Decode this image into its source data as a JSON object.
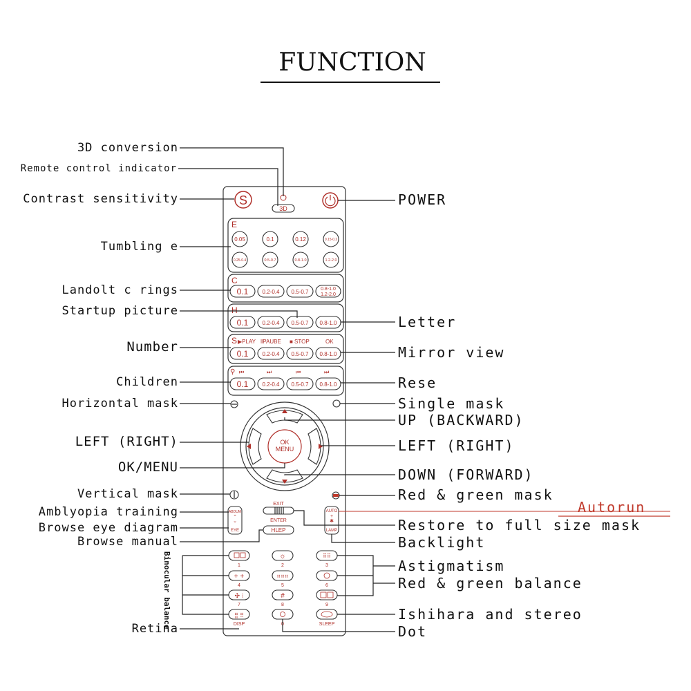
{
  "title": "FUNCTION",
  "labels_left": {
    "conv3d": "3D conversion",
    "indicator": "Remote control indicator",
    "contrast": "Contrast sensitivity",
    "tumbling": "Tumbling e",
    "landolt": "Landolt c rings",
    "startup": "Startup picture",
    "number": "Number",
    "children": "Children",
    "hmask": "Horizontal mask",
    "leftright": "LEFT (RIGHT)",
    "okmenu": "OK/MENU",
    "vmask": "Vertical mask",
    "amblyopia": "Amblyopia training",
    "eyediagram": "Browse eye diagram",
    "manual": "Browse manual",
    "retina": "Retina",
    "binocular": "Binocular balance"
  },
  "labels_right": {
    "power": "POWER",
    "letter": "Letter",
    "mirror": "Mirror view",
    "rese": "Rese",
    "single": "Single mask",
    "up": "UP (BACKWARD)",
    "leftright": "LEFT (RIGHT)",
    "down": "DOWN (FORWARD)",
    "rgmask": "Red & green mask",
    "autorun": "Autorun",
    "restore": "Restore to full size mask",
    "backlight": "Backlight",
    "astig": "Astigmatism",
    "rgbalance": "Red & green balance",
    "ishihara": "Ishihara and stereo",
    "dot": "Dot"
  },
  "remote": {
    "s_button": "S",
    "btn_3d": "3D",
    "e_header": "E",
    "e_row1": [
      "0.05",
      "0.1",
      "0.12",
      "0.15-0.2"
    ],
    "e_row2": [
      "0.25-0.4",
      "0.5-0.7",
      "0.8-1.0",
      "1.2-2.0"
    ],
    "c_header": "C",
    "c_row": [
      "0.1",
      "0.2-0.4",
      "0.5-0.7",
      "0.8-1.0",
      "1.2-2.0"
    ],
    "h_header": "H",
    "h_row": [
      "0.1",
      "0.2-0.4",
      "0.5-0.7",
      "0.8-1.0"
    ],
    "s_header": "S",
    "s_play": "▶PLAY",
    "s_pause": "‖PAUBE",
    "s_stop": "■ STOP",
    "s_ok": "OK",
    "s_row": [
      "0.1",
      "0.2-0.4",
      "0.5-0.7",
      "0.8-1.0"
    ],
    "ch_row": [
      "0.1",
      "0.2-0.4",
      "0.5-0.7",
      "0.8-1.0"
    ],
    "ok": "OK",
    "menu": "MENU",
    "exit": "EXIT",
    "enter": "ENTER",
    "hlep": "HLEP",
    "auto": "AUTO",
    "lamp": "LAMP",
    "eye": "EYE",
    "num_labels": [
      "1",
      "2",
      "3",
      "4",
      "5",
      "6",
      "7",
      "8",
      "9"
    ],
    "disp": "DISP",
    "zero": "0",
    "sleep": "SLEEP"
  },
  "colors": {
    "accent": "#b0302a",
    "autorun": "#c0392b"
  }
}
